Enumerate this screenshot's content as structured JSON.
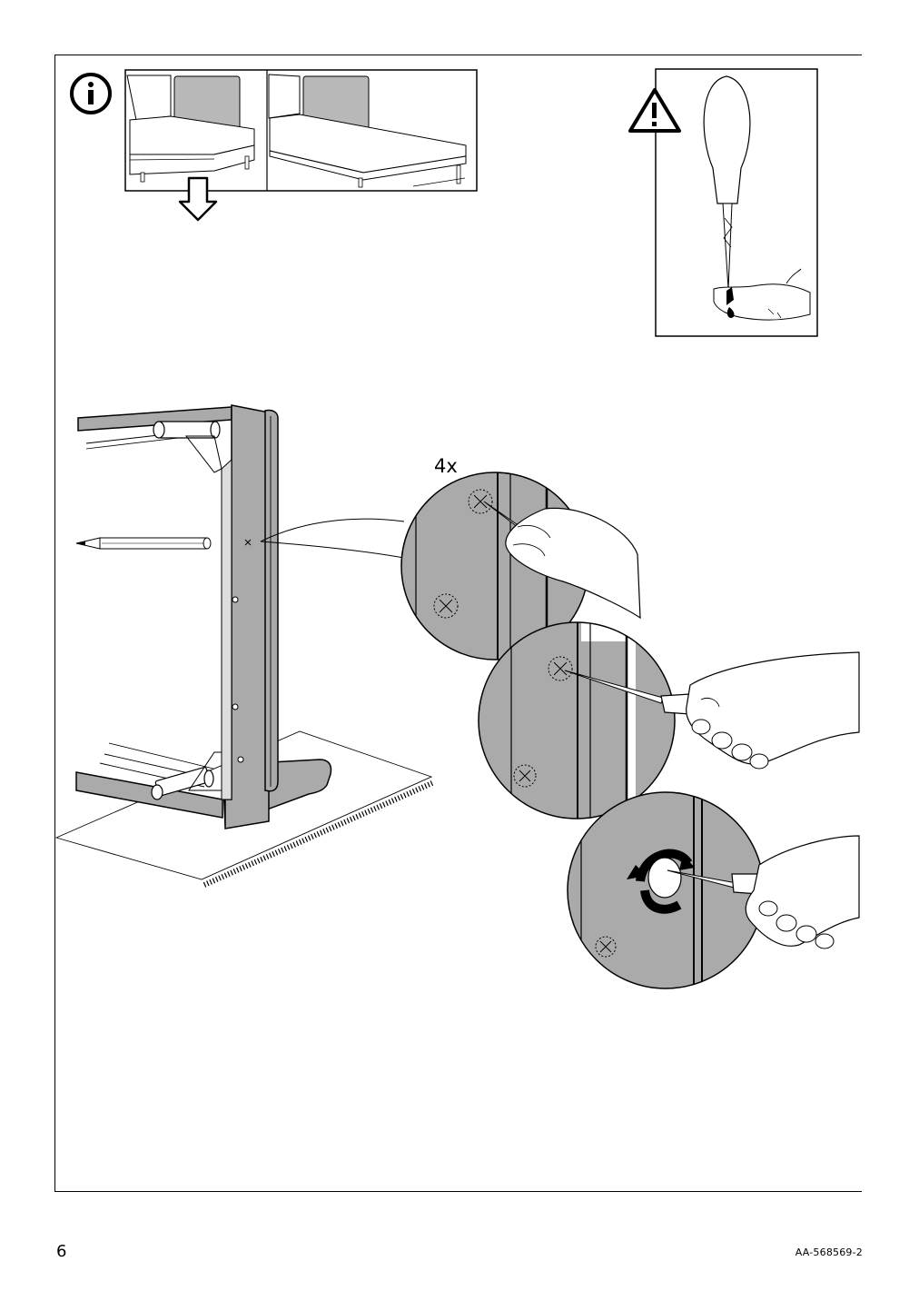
{
  "step": {
    "quantity_label": "4x"
  },
  "footer": {
    "page_number": "6",
    "document_code": "AA-568569-2"
  },
  "icons": {
    "info": "info-icon",
    "warning": "warning-triangle-icon",
    "down_arrow": "down-arrow-icon",
    "rotate": "rotate-arrows-icon"
  }
}
